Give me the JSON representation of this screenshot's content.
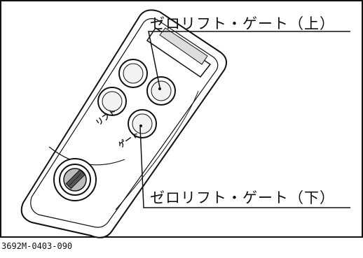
{
  "callouts": {
    "top": "ゼロリフト・ゲート（上）",
    "bottom": "ゼロリフト・ゲート（下）"
  },
  "remote": {
    "label_lift": "リフト",
    "label_gate": "ゲート"
  },
  "figure_code": "3692M-0403-090",
  "icons": [
    "remote-control-icon",
    "key-icon"
  ]
}
